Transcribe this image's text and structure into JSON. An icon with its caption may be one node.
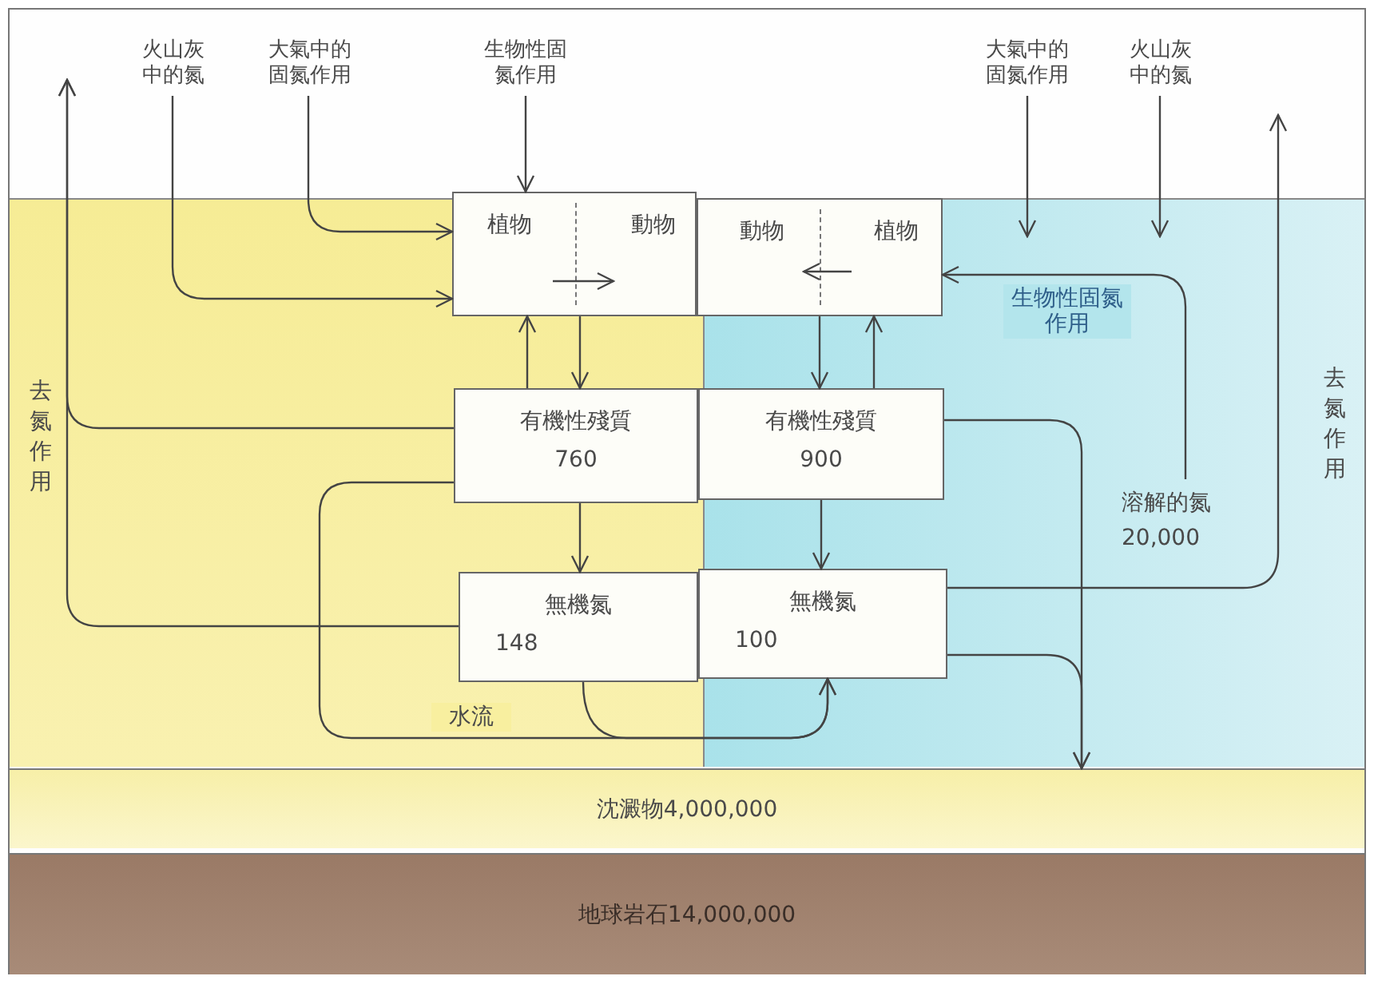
{
  "diagram": {
    "nodes": [
      {
        "text": [
          "火山灰中的氮"
        ]
      },
      {
        "text": [
          "大氣中的固氮作用"
        ]
      },
      {
        "text": [
          "生物性固氮作用"
        ]
      },
      {
        "text": [],
        "shape": "box"
      },
      {
        "text": [
          "植物"
        ],
        "in": 3
      },
      {
        "text": [
          "動物"
        ],
        "in": 3
      },
      {
        "text": [],
        "shape": "box"
      },
      {
        "text": [
          "動物"
        ],
        "in": 6
      },
      {
        "text": [
          "植物"
        ],
        "in": 6
      },
      {
        "text": [
          "大氣中的固氮作用"
        ]
      },
      {
        "text": [
          "火山灰中的氮"
        ]
      },
      {
        "text": [
          "有機性殘質",
          "760"
        ]
      },
      {
        "text": [
          "有機性殘質",
          "900"
        ]
      },
      {
        "text": [
          "無機氮",
          "148"
        ]
      },
      {
        "text": [
          "無機氮",
          "100"
        ]
      },
      {
        "text": [
          "溶解的氮",
          "20,000"
        ]
      },
      {
        "text": [
          "沈澱物4,000,000"
        ]
      },
      {
        "text": [
          "地球岩石14,000,000"
        ]
      }
    ],
    "edges": [
      {
        "from": 0,
        "to": 3,
        "arrow": "to"
      },
      {
        "from": 1,
        "to": 3,
        "arrow": "to"
      },
      {
        "from": 2,
        "to": 3,
        "arrow": "to"
      },
      {
        "from": 4,
        "to": 5,
        "arrow": "to"
      },
      {
        "from": 8,
        "to": 7,
        "arrow": "to"
      },
      {
        "from": 3,
        "to": 11,
        "arrow": "to"
      },
      {
        "from": 11,
        "to": 3,
        "arrow": "to"
      },
      {
        "from": 6,
        "to": 12,
        "arrow": "to"
      },
      {
        "from": 12,
        "to": 6,
        "arrow": "to"
      },
      {
        "from": 11,
        "to": 13,
        "arrow": "to"
      },
      {
        "from": 12,
        "to": 14,
        "arrow": "to"
      },
      {
        "from": 9,
        "to": null,
        "arrow": "to"
      },
      {
        "from": 10,
        "to": null,
        "arrow": "to"
      },
      {
        "from": 11,
        "to": null,
        "arrow": "to"
      },
      {
        "from": 13,
        "to": null,
        "arrow": "to"
      },
      {
        "from": 15,
        "to": 6,
        "arrow": "to",
        "label": "生物性固氮作用"
      },
      {
        "from": 14,
        "to": null,
        "arrow": "to"
      },
      {
        "from": 11,
        "to": 14,
        "arrow": "to",
        "label": "水流"
      },
      {
        "from": 13,
        "to": 14,
        "arrow": "to"
      },
      {
        "from": 12,
        "to": 16,
        "arrow": "to"
      },
      {
        "from": 14,
        "to": 16,
        "arrow": "to"
      }
    ],
    "labels": [
      "去氮作用",
      "去氮作用"
    ]
  }
}
